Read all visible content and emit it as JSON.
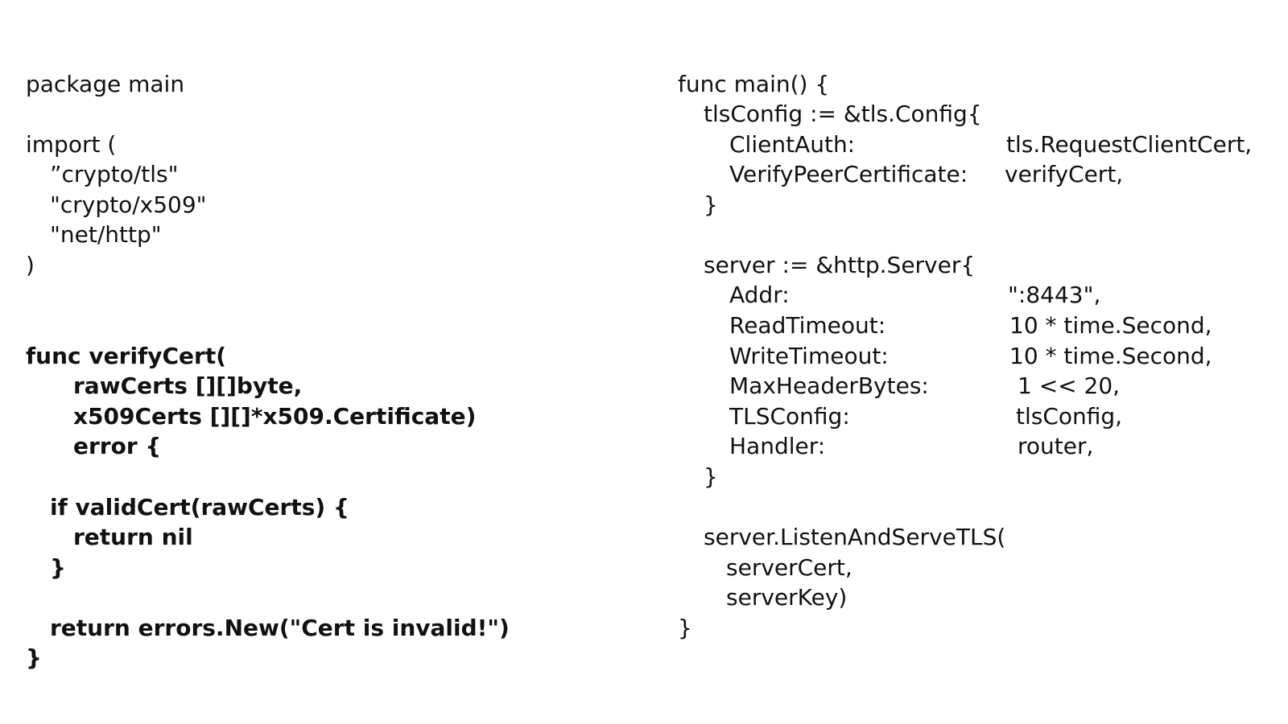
{
  "left_code": {
    "package_line": "package main",
    "import_open": "import (",
    "import_tls": "”crypto/tls\"",
    "import_x509": "\"crypto/x509\"",
    "import_http": "\"net/http\"",
    "import_close": ")",
    "func_sig": "func verifyCert(",
    "param_raw": "rawCerts [][]byte,",
    "param_x509": "x509Certs [][]*x509.Certificate)",
    "return_type": "error {",
    "if_line": "if validCert(rawCerts) {",
    "return_nil": "return nil",
    "if_close": "}",
    "return_err": "return errors.New(\"Cert is invalid!\")",
    "func_close": "}"
  },
  "right_code": {
    "main_open": "func main() {",
    "tls_open": "tlsConfig := &tls.Config{",
    "clientauth_key": "ClientAuth:",
    "clientauth_val": "tls.RequestClientCert,",
    "verify_key": "VerifyPeerCertificate:",
    "verify_val": "verifyCert,",
    "tls_close": "}",
    "server_open": "server := &http.Server{",
    "addr_key": "Addr:",
    "addr_val": "\":8443\",",
    "read_key": "ReadTimeout:",
    "read_val": "10 * time.Second,",
    "write_key": "WriteTimeout:",
    "write_val": "10 * time.Second,",
    "maxheader_key": "MaxHeaderBytes:",
    "maxheader_val": "1 << 20,",
    "tlsconfig_key": "TLSConfig:",
    "tlsconfig_val": "tlsConfig,",
    "handler_key": "Handler:",
    "handler_val": "router,",
    "server_close": "}",
    "listen_open": "server.ListenAndServeTLS(",
    "listen_cert": "serverCert,",
    "listen_key": "serverKey)",
    "main_close": "}"
  }
}
